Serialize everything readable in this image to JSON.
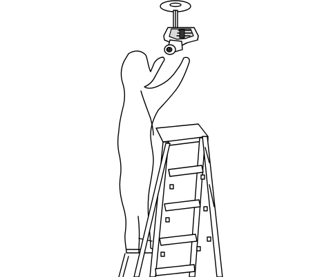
{
  "illustration": {
    "parts": [
      "ceiling-mount-plate",
      "mounting-pole",
      "camera-bracket",
      "dome-camera",
      "installer-figure",
      "step-ladder"
    ]
  },
  "colors": {
    "line": "#000000",
    "background": "#ffffff",
    "metal_fill": "#d9d9d9",
    "dark_fill": "#333333"
  }
}
